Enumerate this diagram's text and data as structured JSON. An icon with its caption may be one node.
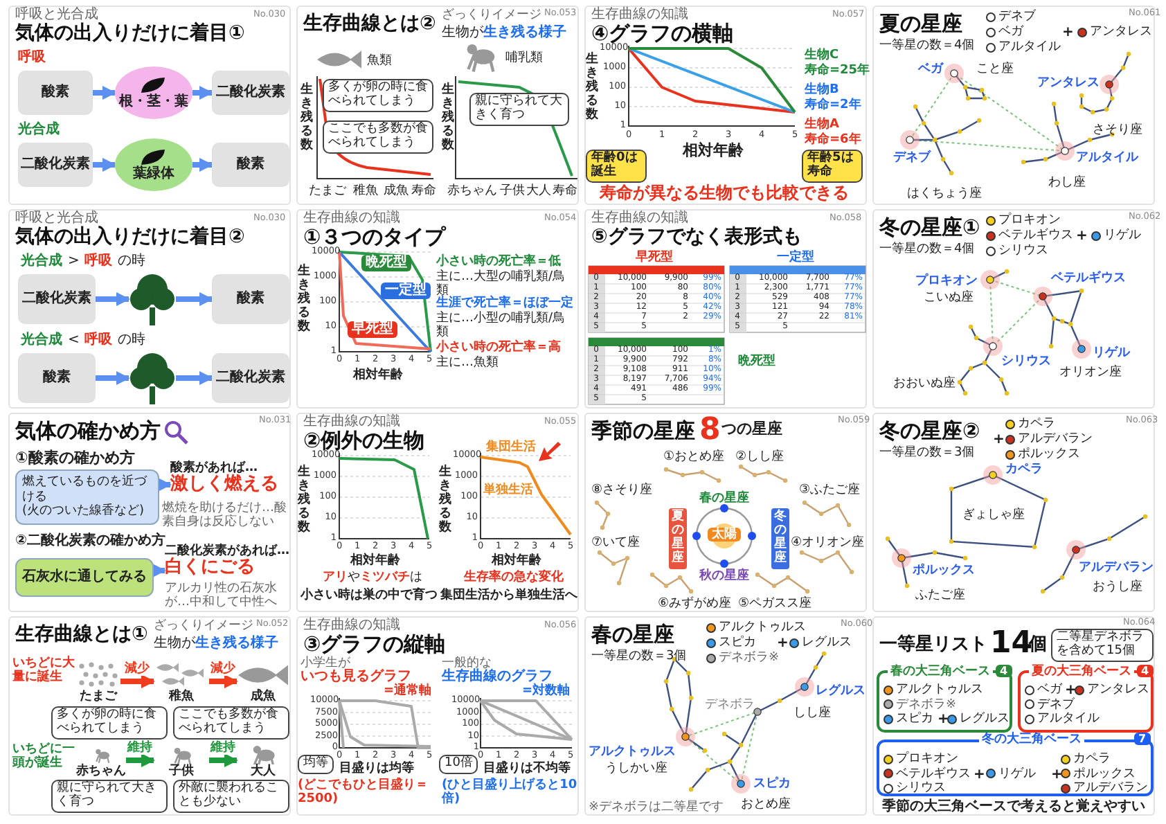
{
  "diagram": {
    "nodes": [
      {
        "text": [
          "呼吸と光合成",
          "気体の出入りだけに着目①",
          "No.030",
          "呼吸",
          "光合成"
        ]
      },
      {
        "text": [
          "酸素"
        ],
        "in": 0
      },
      {
        "text": [
          "根・茎・葉"
        ],
        "in": 0
      },
      {
        "text": [
          "二酸化炭素"
        ],
        "in": 0
      },
      {
        "text": [
          "二酸化炭素"
        ],
        "in": 0
      },
      {
        "text": [
          "葉緑体"
        ],
        "in": 0
      },
      {
        "text": [
          "酸素"
        ],
        "in": 0
      },
      {
        "text": [
          "生存曲線とは②",
          "ざっくりイメージ",
          "生物が",
          "生き残る様子",
          "No.053",
          "魚類",
          "哺乳類",
          "生き残る数",
          "多くが卵の時に食べられてしまう",
          "ここでも多数が食べられてしまう",
          "生き残る数",
          "親に守られて大きく育つ",
          "たまご",
          "稚魚",
          "成魚",
          "寿命",
          "赤ちゃん",
          "子供",
          "大人",
          "寿命"
        ]
      },
      {
        "text": [
          "生存曲線の知識",
          "④グラフの横軸",
          "No.057",
          "10000",
          "1000",
          "100",
          "10",
          "1",
          "生き残る数",
          "0",
          "1",
          "2",
          "3",
          "4",
          "5",
          "生物C",
          "寿命=25年",
          "生物B",
          "寿命=2年",
          "生物A",
          "寿命=6年",
          "年齢0は誕生",
          "年齢5は寿命",
          "相対年齢",
          "寿命が異なる生物でも比較できる"
        ]
      },
      {
        "text": [
          "夏の星座",
          "一等星の数＝4個",
          "デネブ",
          "ベガ",
          "アルタイル",
          "+",
          "アンタレス",
          "No.061",
          "ベガ",
          "アンタレス",
          "こと座",
          "さそり座",
          "デネブ",
          "アルタイル",
          "わし座",
          "はくちょう座"
        ]
      },
      {
        "text": [
          "呼吸と光合成",
          "気体の出入りだけに着目②",
          "No.030",
          "光合成",
          ">",
          "呼吸",
          "の時",
          "光合成",
          "<",
          "呼吸",
          "の時"
        ]
      },
      {
        "text": [
          "二酸化炭素"
        ],
        "in": 10
      },
      {
        "text": [],
        "shape": "picture",
        "in": 10
      },
      {
        "text": [
          "酸素"
        ],
        "in": 10
      },
      {
        "text": [
          "酸素"
        ],
        "in": 10
      },
      {
        "text": [],
        "shape": "picture",
        "in": 10
      },
      {
        "text": [
          "二酸化炭素"
        ],
        "in": 10
      },
      {
        "text": [
          "生存曲線の知識",
          "①３つのタイプ",
          "No.054",
          "10000",
          "1000",
          "100",
          "10",
          "1",
          "生き残る数",
          "0",
          "1",
          "2",
          "3",
          "4",
          "5",
          "晩死型",
          "一定型",
          "早死型",
          "相対年齢",
          "小さい時の死亡率＝低",
          "主に…大型の哺乳類/鳥類",
          "生涯で死亡率＝ほぼ一定",
          "主に…小型の哺乳類/鳥類",
          "小さい時の死亡率＝高",
          "主に…魚類"
        ]
      },
      {
        "text": [
          "生存曲線の知識",
          "⑤グラフでなく表形式も",
          "No.058",
          "早死型",
          "一定型",
          "晩死型",
          "0",
          "10,000",
          "9,900",
          "99%",
          "1",
          "100",
          "80",
          "80%",
          "2",
          "20",
          "8",
          "40%",
          "3",
          "12",
          "5",
          "42%",
          "4",
          "7",
          "2",
          "29%",
          "5",
          "5",
          "0",
          "10,000",
          "7,700",
          "77%",
          "1",
          "2,300",
          "1,771",
          "77%",
          "2",
          "529",
          "408",
          "77%",
          "3",
          "121",
          "94",
          "78%",
          "4",
          "27",
          "22",
          "81%",
          "5",
          "5",
          "0",
          "10,000",
          "100",
          "1%",
          "1",
          "9,900",
          "792",
          "8%",
          "2",
          "9,108",
          "911",
          "10%",
          "3",
          "8,197",
          "7,706",
          "94%",
          "4",
          "491",
          "486",
          "99%",
          "5",
          "5"
        ]
      },
      {
        "text": [
          "冬の星座①",
          "一等星の数＝4個",
          "プロキオン",
          "ベテルギウス",
          "シリウス",
          "+",
          "リゲル",
          "No.062",
          "プロキオン",
          "こいぬ座",
          "ベテルギウス",
          "シリウス",
          "リゲル",
          "オリオン座",
          "おおいぬ座"
        ]
      },
      {
        "text": [
          "気体の確かめ方",
          "No.031",
          "①酸素の確かめ方",
          "②二酸化炭素の確かめ方"
        ]
      },
      {
        "text": [
          "燃えているものを近づける",
          "(火のついた線香など)"
        ],
        "in": 20
      },
      {
        "text": [
          "酸素があれば…",
          "激しく燃える"
        ],
        "beside": [
          "燃焼を助けるだけ…酸素自身は反応しない"
        ],
        "in": 20
      },
      {
        "text": [
          "石灰水に通してみる"
        ],
        "in": 20
      },
      {
        "text": [
          "二酸化炭素があれば…",
          "白くにごる"
        ],
        "beside": [
          "アルカリ性の石灰水が…中和して中性へ"
        ],
        "in": 20
      },
      {
        "text": [
          "生存曲線の知識",
          "②例外の生物",
          "No.055",
          "10000",
          "1000",
          "100",
          "10",
          "1",
          "生き残る数",
          "0",
          "1",
          "2",
          "3",
          "4",
          "5",
          "相対年齢",
          "10000",
          "1000",
          "100",
          "10",
          "1",
          "生き残る数",
          "0",
          "1",
          "2",
          "3",
          "4",
          "5",
          "相対年齢",
          "集団生活",
          "単独生活",
          "アリ",
          "や",
          "ミツバチ",
          "は",
          "小さい時は巣の中で育つ",
          "生存率の急な変化",
          "集団生活から単独生活へ"
        ]
      },
      {
        "text": [
          "季節の星座",
          "8",
          "つの星座",
          "No.059",
          "①おとめ座",
          "②しし座",
          "③ふたご座",
          "④オリオン座",
          "⑤ペガスス座",
          "⑥みずがめ座",
          "⑦いて座",
          "⑧さそり座",
          "春の星座",
          "夏の星座",
          "秋の星座",
          "冬の星座",
          "太陽"
        ]
      },
      {
        "text": [
          "冬の星座②",
          "一等星の数＝3個",
          "カペラ",
          "+",
          "アルデバラン",
          "ポルックス",
          "No.063",
          "カペラ",
          "ぎょしゃ座",
          "ポルックス",
          "ふたご座",
          "アルデバラン",
          "おうし座"
        ]
      },
      {
        "text": [
          "生存曲線とは①",
          "ざっくりイメージ",
          "生物が",
          "生き残る様子",
          "No.052",
          "いちどに大量に誕生",
          "多くが卵の時に食べられてしまう",
          "ここでも多数が食べられてしまう",
          "いちどに一頭が誕生",
          "親に守られて大きく育つ",
          "外敵に襲われることも少ない"
        ]
      },
      {
        "text": [
          "たまご"
        ],
        "in": 28
      },
      {
        "text": [
          "稚魚"
        ],
        "in": 28
      },
      {
        "text": [
          "成魚"
        ],
        "in": 28
      },
      {
        "text": [
          "赤ちゃん"
        ],
        "in": 28
      },
      {
        "text": [
          "子供"
        ],
        "in": 28
      },
      {
        "text": [
          "大人"
        ],
        "in": 28
      },
      {
        "text": [
          "生存曲線の知識",
          "③グラフの縦軸",
          "No.056",
          "小学生が",
          "いつも見るグラフ",
          "=通常軸",
          "一般的な",
          "生存曲線のグラフ",
          "=対数軸",
          "10000",
          "7500",
          "5000",
          "2500",
          "0",
          "0",
          "1",
          "2",
          "3",
          "4",
          "5",
          "均等",
          "目盛りは均等",
          "(どこでもひと目盛り＝2500)",
          "10000",
          "1000",
          "100",
          "10",
          "1",
          "0",
          "1",
          "2",
          "3",
          "4",
          "5",
          "10倍",
          "目盛りは不均等",
          "(ひと目盛り上げると10倍)"
        ]
      },
      {
        "text": [
          "春の星座",
          "一等星の数＝3個",
          "アルクトゥルス",
          "スピカ",
          "デネボラ※",
          "+",
          "レグルス",
          "No.060",
          "レグルス",
          "デネボラ",
          "しし座",
          "アルクトゥルス",
          "うしかい座",
          "スピカ",
          "おとめ座",
          "※デネボラは二等星です"
        ]
      },
      {
        "text": [
          "一等星リスト",
          "14",
          "個",
          "二等星デネボラを含めて15個",
          "No.064",
          "季節の大三角ベースで考えると覚えやすい"
        ]
      },
      {
        "text": [
          "春の大三角ベース",
          "4",
          "アルクトゥルス",
          "デネボラ※",
          "スピカ",
          "+",
          "レグルス"
        ],
        "in": 37
      },
      {
        "text": [
          "夏の大三角ベース",
          "4",
          "ベガ",
          "+",
          "アンタレス",
          "デネブ",
          "アルタイル"
        ],
        "in": 37
      },
      {
        "text": [
          "冬の大三角ベース",
          "7",
          "プロキオン",
          "ベテルギウス",
          "シリウス",
          "+",
          "リゲル",
          "+",
          "カペラ",
          "ポルックス",
          "アルデバラン"
        ],
        "in": 37
      }
    ],
    "edges": [
      {
        "from": 1,
        "to": 2,
        "arrow": "to"
      },
      {
        "from": 2,
        "to": 3,
        "arrow": "to"
      },
      {
        "from": 4,
        "to": 5,
        "arrow": "to"
      },
      {
        "from": 5,
        "to": 6,
        "arrow": "to"
      },
      {
        "from": 11,
        "to": 12,
        "arrow": "to"
      },
      {
        "from": 12,
        "to": 13,
        "arrow": "to"
      },
      {
        "from": 14,
        "to": 15,
        "arrow": "to"
      },
      {
        "from": 15,
        "to": 16,
        "arrow": "to"
      },
      {
        "from": 21,
        "to": 22,
        "arrow": "to"
      },
      {
        "from": 23,
        "to": 24,
        "arrow": "to"
      },
      {
        "from": 29,
        "to": 30,
        "arrow": "to",
        "label": "減少",
        "color": "#f03c1e"
      },
      {
        "from": 30,
        "to": 31,
        "arrow": "to",
        "label": "減少",
        "color": "#f03c1e"
      },
      {
        "from": 32,
        "to": 33,
        "arrow": "to",
        "label": "維持",
        "color": "#1e9a3c"
      },
      {
        "from": 33,
        "to": 34,
        "arrow": "to",
        "label": "維持",
        "color": "#1e9a3c"
      }
    ]
  }
}
